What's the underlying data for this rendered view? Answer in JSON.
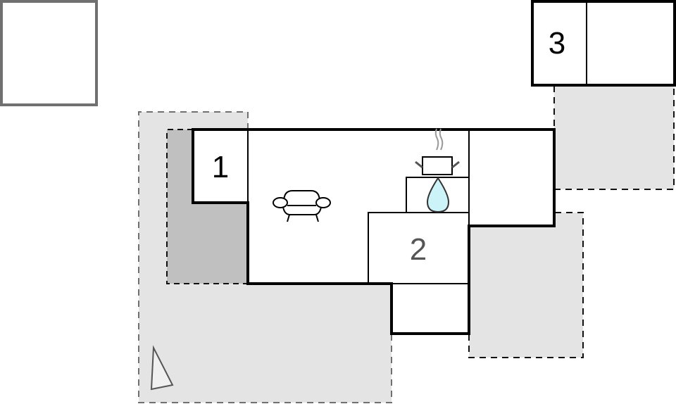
{
  "floorplan": {
    "rooms": [
      {
        "id": "1",
        "label": "1",
        "type": "bedroom"
      },
      {
        "id": "2",
        "label": "2",
        "type": "bedroom"
      },
      {
        "id": "3",
        "label": "3",
        "type": "bedroom"
      }
    ],
    "icons": [
      {
        "name": "sofa-icon",
        "meaning": "living room"
      },
      {
        "name": "cooking-pot-icon",
        "meaning": "kitchen"
      },
      {
        "name": "water-drop-icon",
        "meaning": "bathroom"
      },
      {
        "name": "north-arrow-icon",
        "meaning": "orientation"
      }
    ],
    "colors": {
      "wall": "#000000",
      "outdoor_area": "#e4e4e4",
      "covered_terrace": "#c0c0c0",
      "outbuilding_outline": "#707070",
      "water_drop": "#ccf3f8",
      "label_room2": "#555555"
    }
  }
}
